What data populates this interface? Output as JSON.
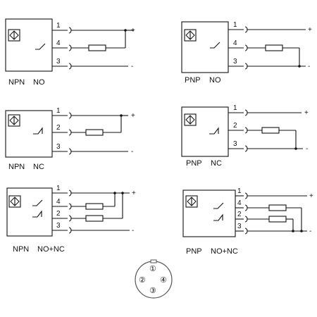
{
  "diagrams": [
    {
      "id": "npn-no",
      "label_type": "NPN",
      "label_mode": "NO",
      "pins": [
        {
          "num": "1",
          "end": "+"
        },
        {
          "num": "4",
          "end": ""
        },
        {
          "num": "3",
          "end": "-"
        }
      ],
      "switches": [
        "no"
      ]
    },
    {
      "id": "pnp-no",
      "label_type": "PNP",
      "label_mode": "NO",
      "pins": [
        {
          "num": "1",
          "end": "+"
        },
        {
          "num": "4",
          "end": ""
        },
        {
          "num": "3",
          "end": "-"
        }
      ],
      "switches": [
        "no"
      ]
    },
    {
      "id": "npn-nc",
      "label_type": "NPN",
      "label_mode": "NC",
      "pins": [
        {
          "num": "1",
          "end": "+"
        },
        {
          "num": "2",
          "end": ""
        },
        {
          "num": "3",
          "end": "-"
        }
      ],
      "switches": [
        "nc"
      ]
    },
    {
      "id": "pnp-nc",
      "label_type": "PNP",
      "label_mode": "NC",
      "pins": [
        {
          "num": "1",
          "end": "+"
        },
        {
          "num": "2",
          "end": ""
        },
        {
          "num": "3",
          "end": "-"
        }
      ],
      "switches": [
        "nc"
      ]
    },
    {
      "id": "npn-nonc",
      "label_type": "NPN",
      "label_mode": "NO+NC",
      "pins": [
        {
          "num": "1",
          "end": "+"
        },
        {
          "num": "4",
          "end": ""
        },
        {
          "num": "2",
          "end": ""
        },
        {
          "num": "3",
          "end": "-"
        }
      ],
      "switches": [
        "no",
        "nc"
      ]
    },
    {
      "id": "pnp-nonc",
      "label_type": "PNP",
      "label_mode": "NO+NC",
      "pins": [
        {
          "num": "1",
          "end": "+"
        },
        {
          "num": "4",
          "end": ""
        },
        {
          "num": "2",
          "end": ""
        },
        {
          "num": "3",
          "end": "-"
        }
      ],
      "switches": [
        "no",
        "nc"
      ]
    }
  ],
  "connector": {
    "pins": [
      "①",
      "②",
      "③",
      "④"
    ]
  }
}
